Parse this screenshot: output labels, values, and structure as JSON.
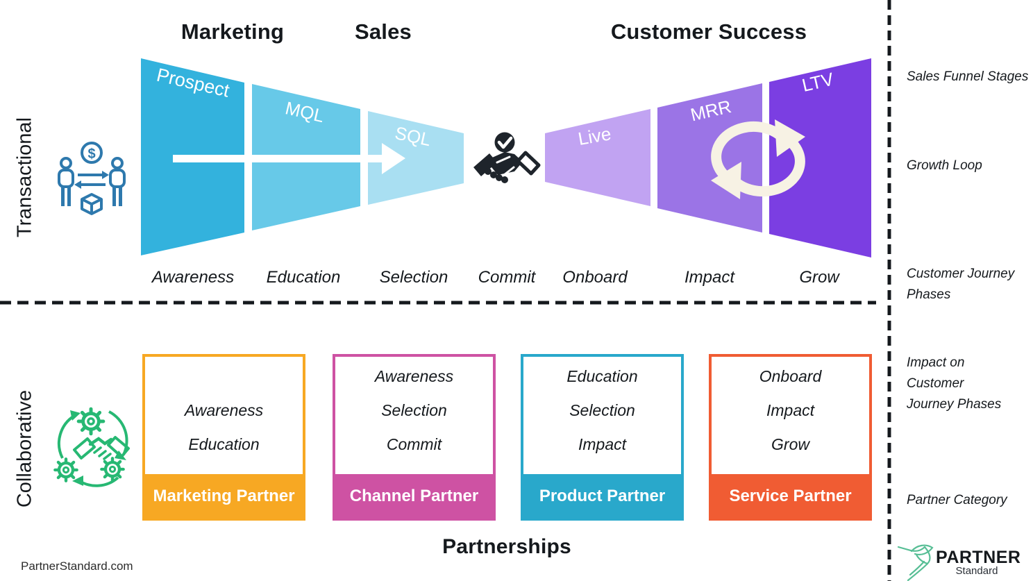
{
  "titles": {
    "marketing": "Marketing",
    "sales": "Sales",
    "customer_success": "Customer Success",
    "partnerships": "Partnerships"
  },
  "row_labels": {
    "transactional": "Transactional",
    "collaborative": "Collaborative"
  },
  "funnel": {
    "left_stages": [
      {
        "label": "Prospect",
        "color": "#33B2DD"
      },
      {
        "label": "MQL",
        "color": "#67C9E8"
      },
      {
        "label": "SQL",
        "color": "#A9DFF2"
      }
    ],
    "right_stages": [
      {
        "label": "Live",
        "color": "#C1A3F2"
      },
      {
        "label": "MRR",
        "color": "#9B74E6"
      },
      {
        "label": "LTV",
        "color": "#7B3EE2"
      }
    ]
  },
  "journey_phases": [
    "Awareness",
    "Education",
    "Selection",
    "Commit",
    "Onboard",
    "Impact",
    "Grow"
  ],
  "sidebar": {
    "labels": [
      "Sales Funnel Stages",
      "Growth Loop",
      "Customer Journey Phases",
      "Impact on Customer Journey Phases",
      "Partner Category"
    ]
  },
  "partners": [
    {
      "name": "Marketing Partner",
      "color": "#F7A823",
      "phases": [
        "Awareness",
        "Education"
      ]
    },
    {
      "name": "Channel Partner",
      "color": "#CE52A3",
      "phases": [
        "Awareness",
        "Selection",
        "Commit"
      ]
    },
    {
      "name": "Product Partner",
      "color": "#29A8CB",
      "phases": [
        "Education",
        "Selection",
        "Impact"
      ]
    },
    {
      "name": "Service Partner",
      "color": "#F05C33",
      "phases": [
        "Onboard",
        "Impact",
        "Grow"
      ]
    }
  ],
  "footer": {
    "website": "PartnerStandard.com"
  },
  "logo": {
    "brand": "PARTNER",
    "sub": "Standard"
  },
  "icons": {
    "transactional": "people-exchange-icon",
    "deal": "handshake-check-icon",
    "growth": "loop-arrows-icon",
    "collaborative": "gears-handshake-cycle-icon",
    "logo_bird": "hummingbird-icon",
    "dollar": "$"
  },
  "colors": {
    "icon_blue": "#2E79AD",
    "icon_green": "#27B873",
    "logo_green": "#57BE95",
    "ink": "#15191d",
    "loop_cream": "#F7F2E4",
    "deal_black": "#1E242B"
  }
}
